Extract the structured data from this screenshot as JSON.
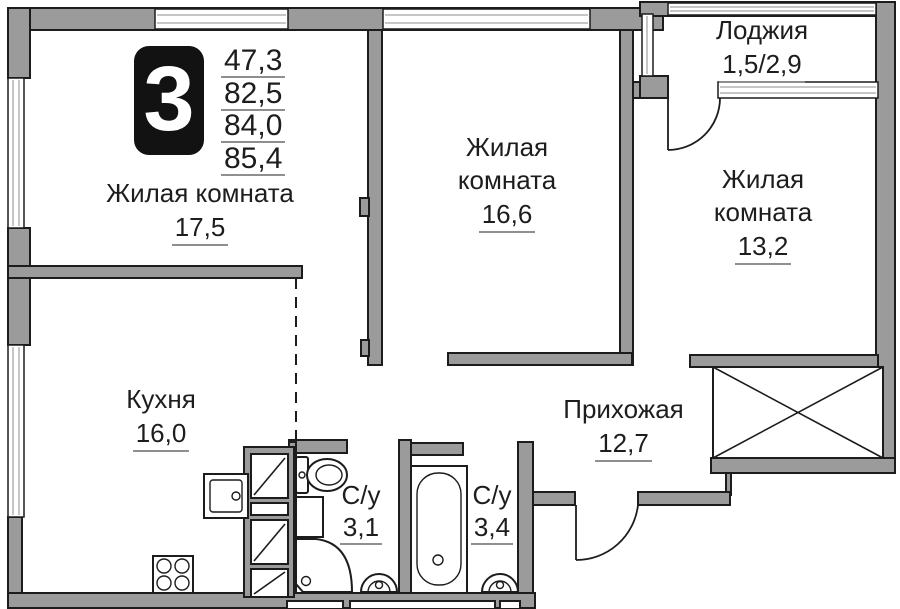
{
  "badge": {
    "label": "3"
  },
  "summary": [
    "47,3",
    "82,5",
    "84,0",
    "85,4"
  ],
  "rooms": [
    {
      "id": "living-room-1",
      "name": "Жилая комната",
      "area": "17,5"
    },
    {
      "id": "living-room-2",
      "name": "Жилая комната",
      "area": "16,6"
    },
    {
      "id": "living-room-3",
      "name": "Жилая комната",
      "area": "13,2"
    },
    {
      "id": "loggia",
      "name": "Лоджия",
      "area": "1,5/2,9"
    },
    {
      "id": "kitchen",
      "name": "Кухня",
      "area": "16,0"
    },
    {
      "id": "hallway",
      "name": "Прихожая",
      "area": "12,7"
    },
    {
      "id": "bathroom-1",
      "name": "С/у",
      "area": "3,1"
    },
    {
      "id": "bathroom-2",
      "name": "С/у",
      "area": "3,4"
    }
  ],
  "fixtures": [
    "toilet",
    "washing-machine",
    "shower-tray",
    "hand-sink",
    "bathtub",
    "sink",
    "kitchen-sink",
    "stove",
    "vent-shaft",
    "built-in-wardrobe"
  ],
  "colors": {
    "wall": "#9b9b9b",
    "outline": "#1c1c1c",
    "window_line": "#c6c6c6",
    "background": "#ffffff",
    "text": "#1d1d1d",
    "underline": "#8f8f8f",
    "badge_bg": "#121212",
    "badge_text": "#ffffff"
  }
}
